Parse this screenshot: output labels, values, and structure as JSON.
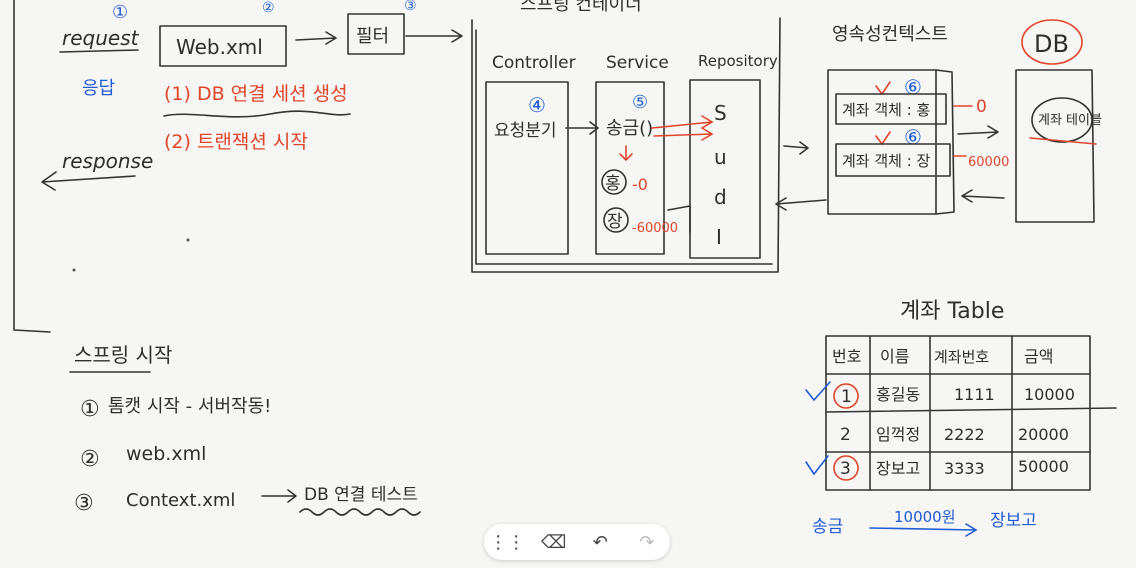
{
  "labels": {
    "num1": "①",
    "request": "request",
    "response_ko": "응답",
    "response": "response",
    "webxml": "Web.xml",
    "filter": "필터",
    "container_title": "스프링 컨테이너",
    "step1": "(1) DB 연결 세션 생성",
    "step2": "(2) 트랜잭션 시작",
    "controller": "Controller",
    "service": "Service",
    "repository": "Repository",
    "req_branch": "요청분기",
    "num4": "④",
    "num5": "⑤",
    "transfer": "송금()",
    "hong": "홍",
    "jang": "장",
    "minus0": "-0",
    "amt60000": "-60000",
    "s": "S",
    "u": "u",
    "d": "d",
    "i": "I",
    "persistence_title": "영속성컨텍스트",
    "num6a": "⑥",
    "num6b": "⑥",
    "entity1": "계좌 객체 : 홍",
    "entity2": "계좌 객체 : 장",
    "side0": "0",
    "side60000": "60000",
    "db": "DB",
    "account_table": "계좌 테이블",
    "table_title": "계좌 Table",
    "spring_start": "스프링 시작",
    "note1_num": "①",
    "note1": "톰캣 시작 - 서버작동!",
    "note2_num": "②",
    "note2": "web.xml",
    "note3_num": "③",
    "note3": "Context.xml",
    "note3_arrow_text": "DB 연결 테스트",
    "transfer_ko": "송금",
    "transfer_amount": "10000원",
    "to_name": "장보고"
  },
  "table": {
    "headers": [
      "번호",
      "이름",
      "계좌번호",
      "금액"
    ],
    "rows": [
      [
        "1",
        "홍길동",
        "1111",
        "10000"
      ],
      [
        "2",
        "임꺽정",
        "2222",
        "20000"
      ],
      [
        "3",
        "장보고",
        "3333",
        "50000"
      ]
    ]
  },
  "toolbar": {
    "handle": "⋮⋮",
    "eraser": "⌫",
    "undo": "↶",
    "redo": "↷"
  },
  "colors": {
    "ink": "#2e2e2e",
    "blue": "#1f5bd6",
    "red": "#e0452b",
    "background": "#f6f6f4"
  }
}
